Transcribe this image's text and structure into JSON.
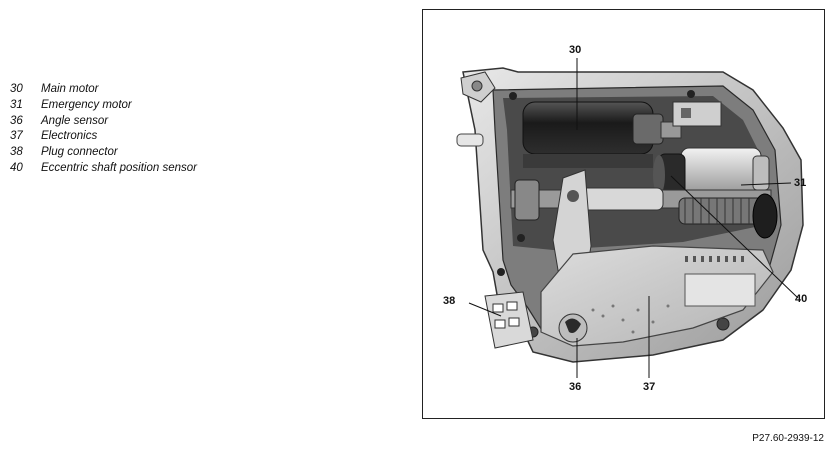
{
  "legend": [
    {
      "num": "30",
      "label": "Main motor"
    },
    {
      "num": "31",
      "label": "Emergency motor"
    },
    {
      "num": "36",
      "label": "Angle sensor"
    },
    {
      "num": "37",
      "label": "Electronics"
    },
    {
      "num": "38",
      "label": "Plug connector"
    },
    {
      "num": "40",
      "label": "Eccentric shaft position sensor"
    }
  ],
  "callouts": {
    "c30": "30",
    "c31": "31",
    "c36": "36",
    "c37": "37",
    "c38": "38",
    "c40": "40"
  },
  "figure_code": "P27.60-2939-12"
}
